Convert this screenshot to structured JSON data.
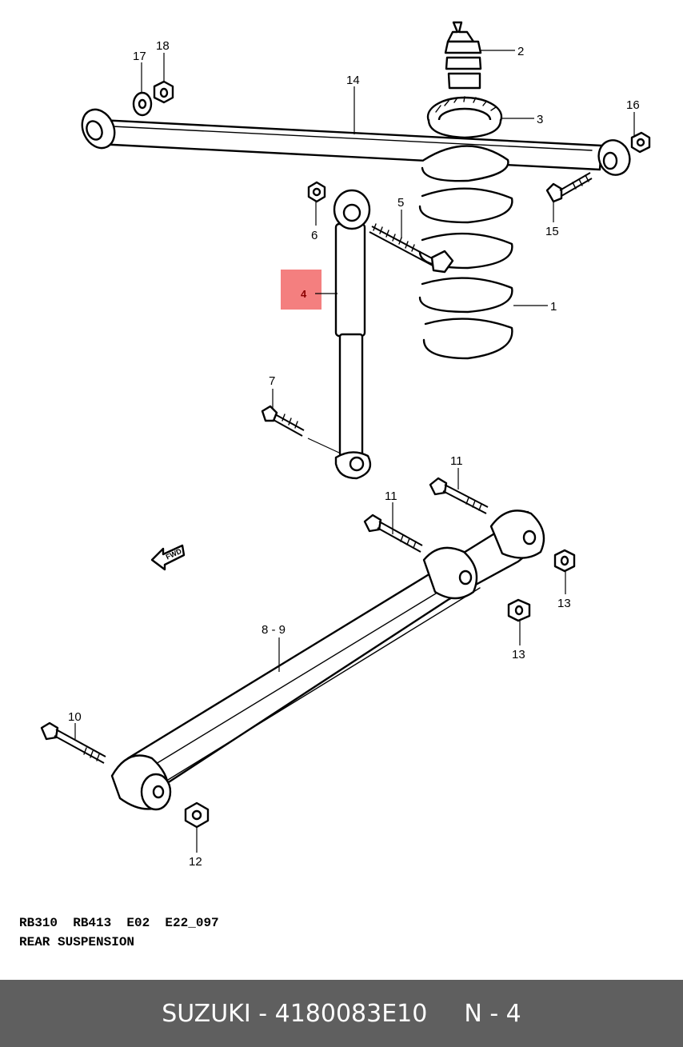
{
  "callouts": [
    "1",
    "2",
    "3",
    "4",
    "5",
    "6",
    "7",
    "8 - 9",
    "10",
    "11",
    "11",
    "12",
    "13",
    "13",
    "14",
    "15",
    "16",
    "17",
    "18"
  ],
  "fwd_label": "FWD",
  "caption": {
    "line1": "RB310  RB413  E02  E22_097",
    "line2": "REAR SUSPENSION"
  },
  "footer": {
    "part_ref": "SUZUKI - 4180083E10",
    "position": "N - 4"
  },
  "colors": {
    "highlight": "#f47f7f",
    "footer_bg": "#5f5f5f",
    "footer_text": "#ffffff"
  }
}
